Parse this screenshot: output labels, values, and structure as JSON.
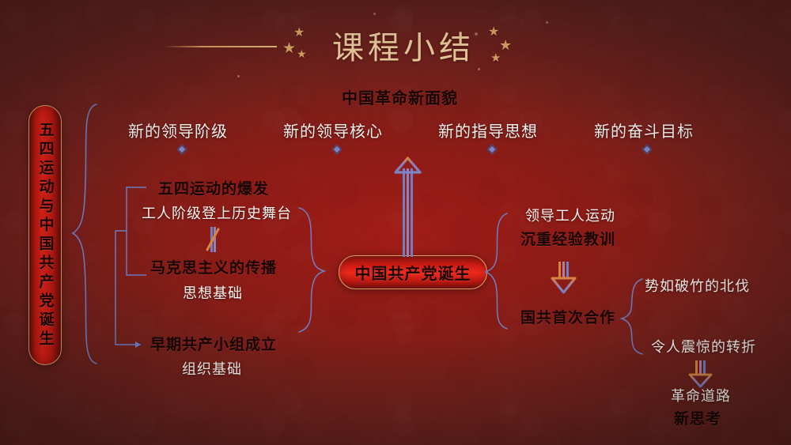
{
  "slide": {
    "title": "课程小结",
    "background_color": "#7b1e18",
    "accent_gold": "#dda768",
    "accent_blue": "#6e7fc4",
    "pill_red": "#e02218"
  },
  "left_pill": {
    "label": "五四运动与中国共产党诞生"
  },
  "center_node": {
    "label": "中国共产党诞生"
  },
  "outcome_header": {
    "title": "中国革命新面貌",
    "items": [
      {
        "label": "新的领导阶级"
      },
      {
        "label": "新的领导核心"
      },
      {
        "label": "新的指导思想"
      },
      {
        "label": "新的奋斗目标"
      }
    ]
  },
  "causes": [
    {
      "title": "五四运动的爆发",
      "subtitle": "工人阶级登上历史舞台"
    },
    {
      "title": "马克思主义的传播",
      "subtitle": "思想基础"
    },
    {
      "title": "早期共产小组成立",
      "subtitle": "组织基础"
    }
  ],
  "consequences": [
    {
      "title": "领导工人运动",
      "subtitle": "沉重经验教训"
    },
    {
      "title": "国共首次合作"
    }
  ],
  "outcomes": [
    {
      "label": "势如破竹的北伐"
    },
    {
      "label": "令人震惊的转折"
    },
    {
      "title": "革命道路",
      "subtitle": "新思考"
    }
  ],
  "icons": {
    "star": "★",
    "arrow_up": "arrow-up-icon",
    "arrow_down": "arrow-down-icon",
    "brace_left": "curly-brace-icon",
    "diamond": "diamond-marker-icon"
  }
}
